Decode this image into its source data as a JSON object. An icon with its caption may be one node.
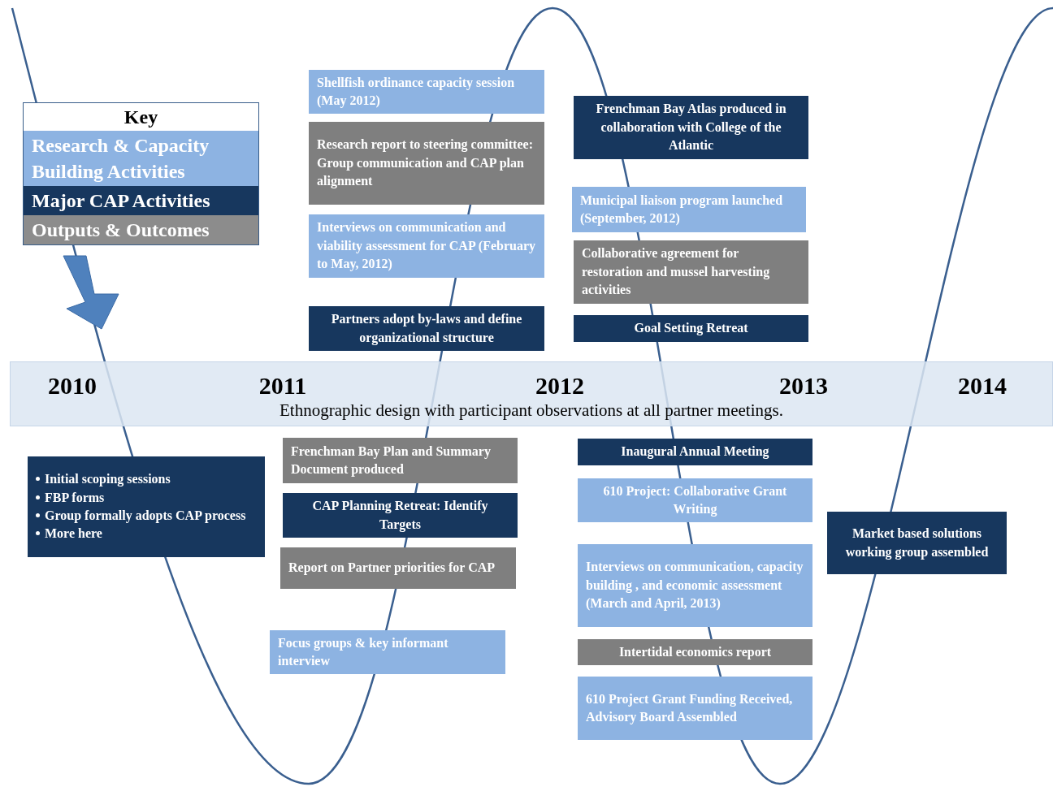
{
  "diagram": {
    "nodes": [
      {
        "text": [
          "Shellfish ordinance capacity session (May 2012)"
        ]
      },
      {
        "text": [
          "Research report to steering committee:",
          "Group communication and CAP plan alignment"
        ]
      },
      {
        "text": [
          "Interviews on communication and viability assessment for CAP (February to May, 2012)"
        ]
      },
      {
        "text": [
          "Partners adopt by-laws and define organizational structure"
        ]
      },
      {
        "text": [
          "Frenchman Bay Atlas produced in collaboration with College of the Atlantic"
        ]
      },
      {
        "text": [
          "Municipal liaison program launched (September, 2012)"
        ]
      },
      {
        "text": [
          "Collaborative agreement for restoration and mussel harvesting activities"
        ]
      },
      {
        "text": [
          "Goal Setting Retreat"
        ]
      },
      {
        "text": [
          "2010",
          "2011",
          "2012",
          "2013",
          "2014",
          "Ethnographic design with participant observations at all partner meetings."
        ]
      },
      {
        "text": [
          "Initial scoping sessions",
          "FBP forms",
          "Group formally  adopts CAP process",
          "More here"
        ]
      },
      {
        "text": [
          "Frenchman Bay Plan and Summary Document produced"
        ]
      },
      {
        "text": [
          "CAP Planning Retreat: Identify Targets"
        ]
      },
      {
        "text": [
          "Report on Partner priorities for CAP"
        ]
      },
      {
        "text": [
          "Focus groups & key informant interview"
        ]
      },
      {
        "text": [
          "Inaugural  Annual Meeting"
        ]
      },
      {
        "text": [
          "610 Project: Collaborative Grant Writing"
        ]
      },
      {
        "text": [
          "Interviews on communication, capacity building , and economic assessment  (March and April, 2013)"
        ]
      },
      {
        "text": [
          "Intertidal economics report"
        ]
      },
      {
        "text": [
          "610 Project Grant Funding Received, Advisory Board Assembled"
        ]
      },
      {
        "text": [
          "Market based solutions working group assembled"
        ]
      }
    ],
    "labels": [
      "Key"
    ],
    "legend": [
      {
        "text": "Research & Capacity Building Activities",
        "color": "#8db3e2"
      },
      {
        "text": "Major CAP Activities",
        "color": "#17375e"
      },
      {
        "text": "Outputs & Outcomes",
        "color": "#8c8c8c"
      }
    ]
  }
}
